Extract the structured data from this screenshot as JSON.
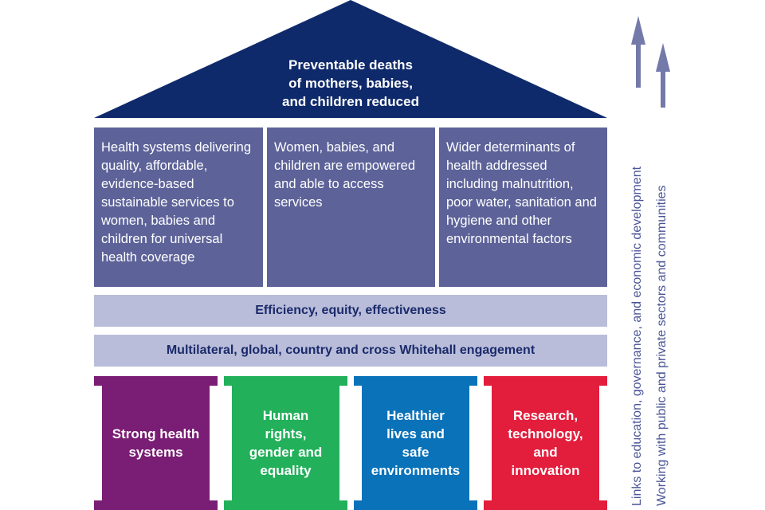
{
  "roof": {
    "text": "Preventable deaths of mothers, babies, and children reduced",
    "lines": [
      "Preventable deaths",
      "of mothers, babies,",
      "and children reduced"
    ]
  },
  "boxes": [
    {
      "text": "Health systems delivering quality, affordable, evidence-based sustainable services to women, babies and children for universal health coverage"
    },
    {
      "text": "Women, babies, and children are empowered and able to access services"
    },
    {
      "text": "Wider determinants of health addressed including malnutrition, poor water, sanitation and hygiene and other environmental factors"
    }
  ],
  "bands": [
    {
      "text": "Efficiency, equity, effectiveness"
    },
    {
      "text": "Multilateral, global, country and cross Whitehall engagement"
    }
  ],
  "pillars": [
    {
      "text": "Strong health systems",
      "color": "#7a1d74"
    },
    {
      "text": "Human rights, gender and equality",
      "color": "#22b05a"
    },
    {
      "text": "Healthier lives and safe environments",
      "color": "#0a72b9"
    },
    {
      "text": "Research, technology, and innovation",
      "color": "#e31d3c"
    }
  ],
  "arrows": [
    {
      "text": "Links to education, governance, and economic development"
    },
    {
      "text": "Working with public and private sectors and communities"
    }
  ],
  "colors": {
    "roof": "#0f2a6b",
    "box": "#5d6399",
    "band": "#b9bdd9",
    "arrow": "#7379a9"
  }
}
